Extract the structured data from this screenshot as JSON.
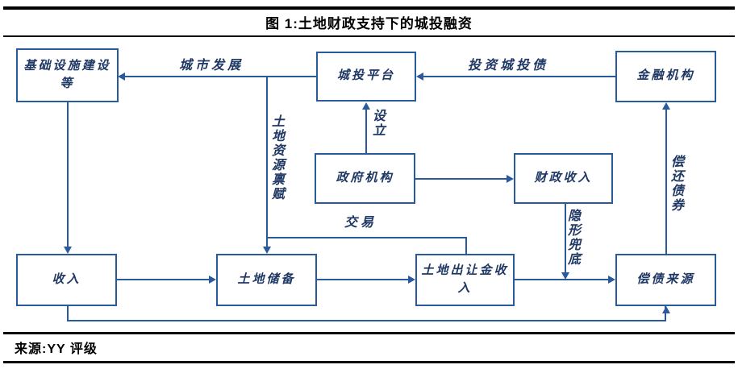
{
  "header": {
    "title": "图 1:土地财政支持下的城投融资"
  },
  "footer": {
    "source": "来源:YY 评级"
  },
  "colors": {
    "line_blue": "#2A5A9E",
    "text_navy": "#1F3864",
    "rule_black": "#000000",
    "background": "#FFFFFF"
  },
  "diagram": {
    "boxes": {
      "infrastructure": "基础设施建设等",
      "platform": "城投平台",
      "financial_institution": "金融机构",
      "government": "政府机构",
      "fiscal_revenue": "财政收入",
      "income": "收入",
      "land_reserve": "土地储备",
      "land_transfer_income": "土地出让金收入",
      "repayment_source": "偿债来源"
    },
    "edge_labels": {
      "urban_development": "城市发展",
      "invest_bonds": "投资城投债",
      "establish": "设立",
      "land_endowment": "土地资源禀赋",
      "transaction": "交易",
      "implicit_guarantee": "隐形兜底",
      "repay_bonds": "偿还债券"
    }
  }
}
